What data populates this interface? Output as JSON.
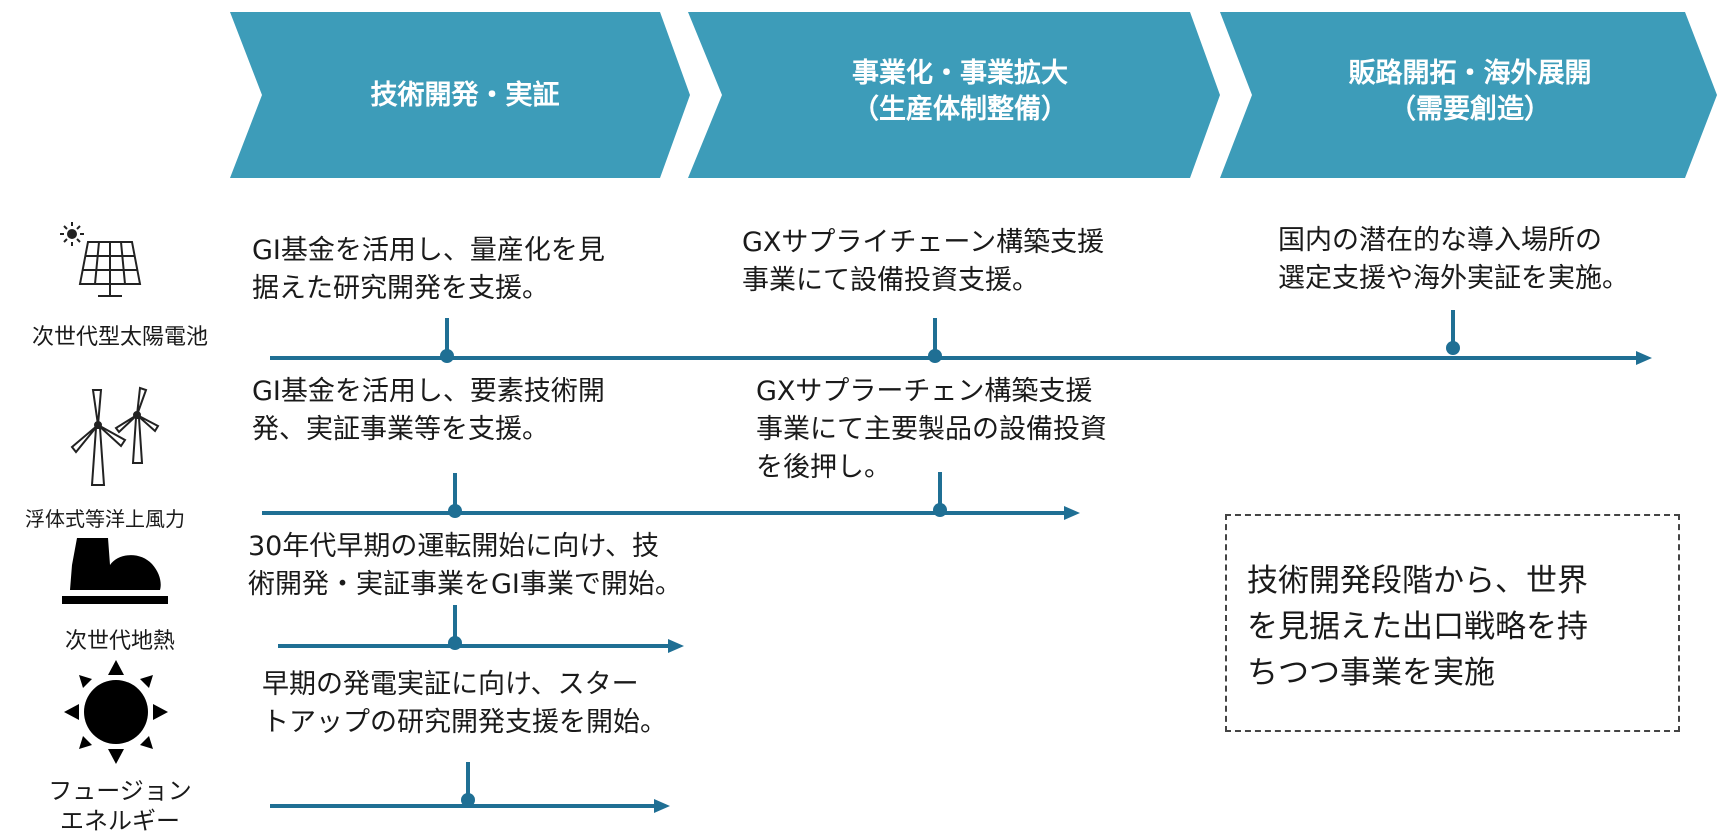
{
  "colors": {
    "chevron": "#3d9cb9",
    "timeline": "#1f6f94",
    "text": "#1a1a1a"
  },
  "stages": [
    {
      "line1": "技術開発・実証",
      "line2": ""
    },
    {
      "line1": "事業化・事業拡大",
      "line2": "（生産体制整備）"
    },
    {
      "line1": "販路開拓・海外展開",
      "line2": "（需要創造）"
    }
  ],
  "technologies": [
    {
      "icon": "solar-panel-icon",
      "name": [
        "次世代型太陽電池"
      ],
      "descriptions": [
        [
          "GI基金を活用し、量産化を見",
          "据えた研究開発を支援。"
        ],
        [
          "GXサプライチェーン構築支援",
          "事業にて設備投資支援。"
        ],
        [
          "国内の潜在的な導入場所の",
          "選定支援や海外実証を実施。"
        ]
      ]
    },
    {
      "icon": "wind-turbine-icon",
      "name": [
        "浮体式等洋上風力"
      ],
      "descriptions": [
        [
          "GI基金を活用し、要素技術開",
          "発、実証事業等を支援。"
        ],
        [
          "GXサプラーチェン構築支援",
          "事業にて主要製品の設備投資",
          "を後押し。"
        ]
      ]
    },
    {
      "icon": "geothermal-icon",
      "name": [
        "次世代地熱"
      ],
      "descriptions": [
        [
          "30年代早期の運転開始に向け、技",
          "術開発・実証事業をGI事業で開始。"
        ]
      ]
    },
    {
      "icon": "fusion-sun-icon",
      "name": [
        "フュージョン",
        "エネルギー"
      ],
      "descriptions": [
        [
          "早期の発電実証に向け、スター",
          "トアップの研究開発支援を開始。"
        ]
      ]
    }
  ],
  "note": [
    "技術開発段階から、世界",
    "を見据えた出口戦略を持",
    "ちつつ事業を実施"
  ]
}
